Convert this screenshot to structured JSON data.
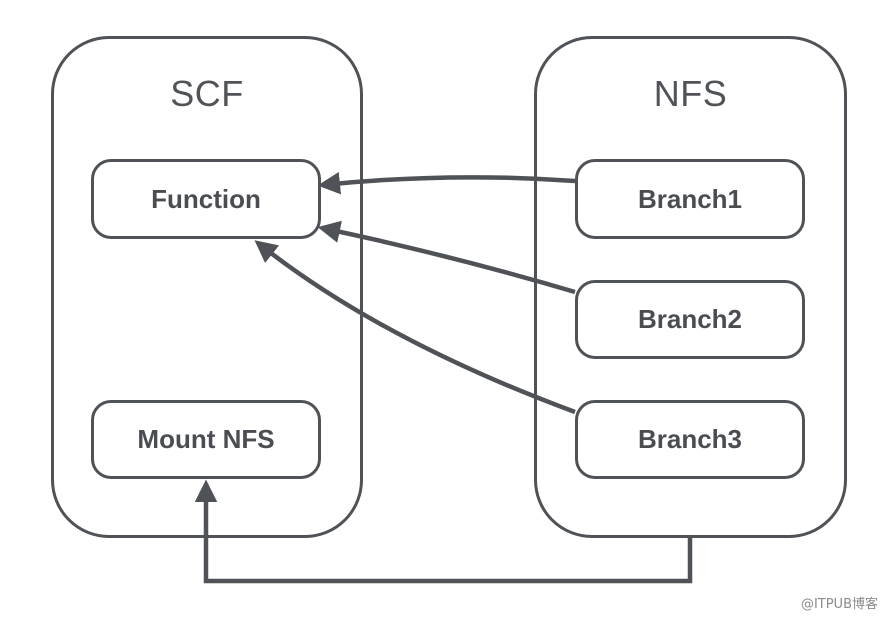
{
  "groups": {
    "scf": {
      "title": "SCF"
    },
    "nfs": {
      "title": "NFS"
    }
  },
  "nodes": {
    "function": "Function",
    "mount_nfs": "Mount NFS",
    "branch1": "Branch1",
    "branch2": "Branch2",
    "branch3": "Branch3"
  },
  "edges": [
    {
      "from": "Branch1",
      "to": "Function"
    },
    {
      "from": "Branch2",
      "to": "Function"
    },
    {
      "from": "Branch3",
      "to": "Function"
    },
    {
      "from": "NFS",
      "to": "Mount NFS"
    }
  ],
  "watermark": "@ITPUB博客",
  "colors": {
    "stroke": "#4f5256",
    "text": "#4a4d51",
    "background": "#ffffff"
  }
}
